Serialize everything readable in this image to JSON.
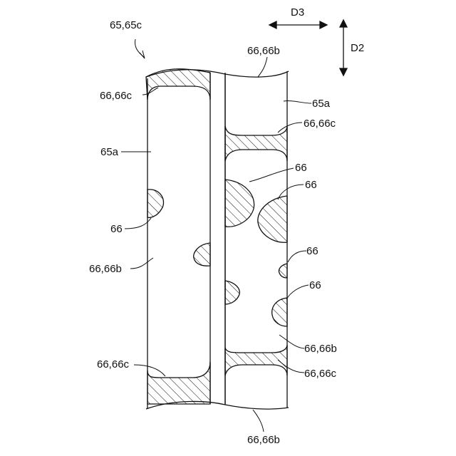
{
  "figure": {
    "labels": {
      "assembly": "65,65c",
      "top_right_b": "66,66b",
      "top_left_c": "66,66c",
      "right_65a": "65a",
      "right_c_upper": "66,66c",
      "left_65a": "65a",
      "mid_66_a": "66",
      "mid_66_b": "66",
      "left_66": "66",
      "left_66b": "66,66b",
      "right_66_c": "66",
      "right_66_d": "66",
      "right_66b": "66,66b",
      "bottom_left_c": "66,66c",
      "right_c_lower": "66,66c",
      "bottom_b": "66,66b"
    },
    "directions": {
      "horizontal": "D3",
      "vertical": "D2"
    }
  },
  "colors": {
    "line": "#111111",
    "background": "#ffffff"
  }
}
